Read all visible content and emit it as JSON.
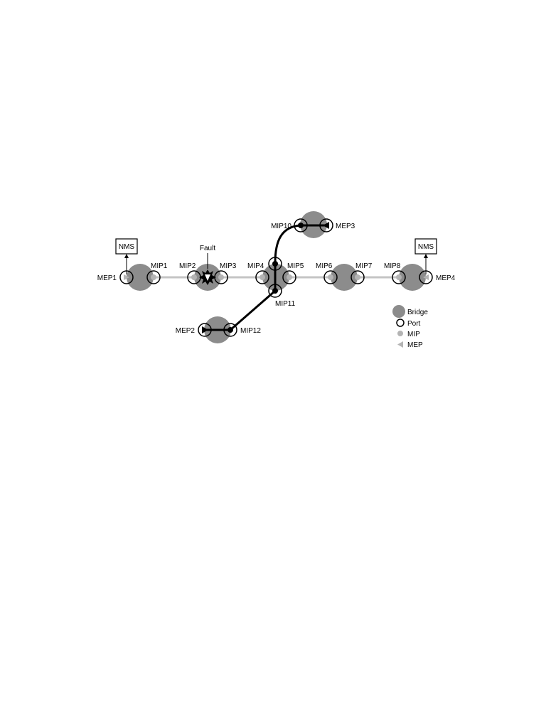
{
  "labels": {
    "nms_left": "NMS",
    "nms_right": "NMS",
    "fault": "Fault",
    "mep1": "MEP1",
    "mep2": "MEP2",
    "mep3": "MEP3",
    "mep4": "MEP4",
    "mip1": "MIP1",
    "mip2": "MIP2",
    "mip3": "MIP3",
    "mip4": "MIP4",
    "mip5": "MIP5",
    "mip6": "MIP6",
    "mip7": "MIP7",
    "mip8": "MIP8",
    "mip10": "MIP10",
    "mip11": "MIP11",
    "mip12": "MIP12"
  },
  "legend": {
    "bridge": "Bridge",
    "port": "Port",
    "mip": "MIP",
    "mep": "MEP"
  },
  "colors": {
    "bridge": "#8c8c8c",
    "link": "#c4c4c4",
    "mip": "#b4b4b4",
    "mep": "#b4b4b4",
    "path": "#000000",
    "background": "#ffffff"
  }
}
